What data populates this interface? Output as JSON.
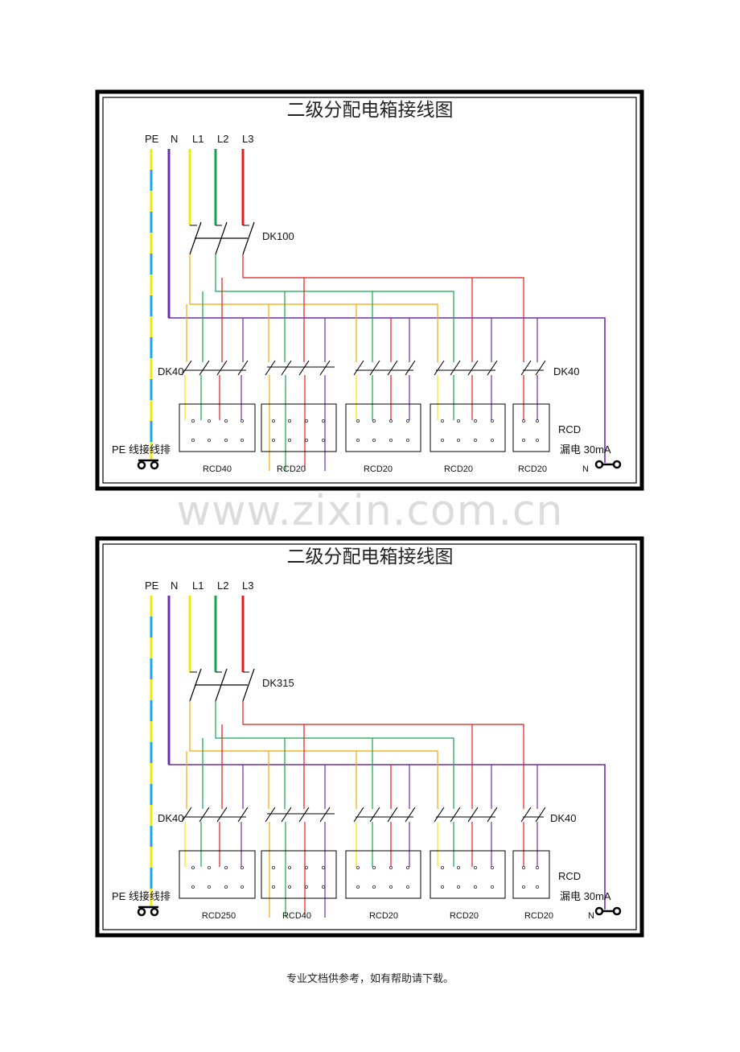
{
  "colors": {
    "PE_a": "#f5e800",
    "PE_b": "#1aa7e8",
    "N": "#6a2fb0",
    "L1": "#f5e800",
    "L2": "#13a64a",
    "L3": "#e21b1b",
    "orange": "#f7a800",
    "frame": "#000000"
  },
  "watermark": "www.zixin.com.cn",
  "footer": "专业文档供参考，如有帮助请下载。",
  "panels": [
    {
      "title": "二级分配电箱接线图",
      "labels": {
        "PE": "PE",
        "N": "N",
        "L1": "L1",
        "L2": "L2",
        "L3": "L3"
      },
      "main_breaker": "DK100",
      "left_dk": "DK40",
      "right_dk": "DK40",
      "rcd": "RCD",
      "leakage": "漏电 30mA",
      "pe_bar": "PE 线接线排",
      "n_bar": "N",
      "rcd_labels": [
        "RCD40",
        "RCD20",
        "RCD20",
        "RCD20",
        "RCD20"
      ]
    },
    {
      "title": "二级分配电箱接线图",
      "labels": {
        "PE": "PE",
        "N": "N",
        "L1": "L1",
        "L2": "L2",
        "L3": "L3"
      },
      "main_breaker": "DK315",
      "left_dk": "DK40",
      "right_dk": "DK40",
      "rcd": "RCD",
      "leakage": "漏电 30mA",
      "pe_bar": "PE 线接线排",
      "n_bar": "N",
      "rcd_labels": [
        "RCD250",
        "RCD40",
        "RCD20",
        "RCD20",
        "RCD20"
      ]
    }
  ]
}
